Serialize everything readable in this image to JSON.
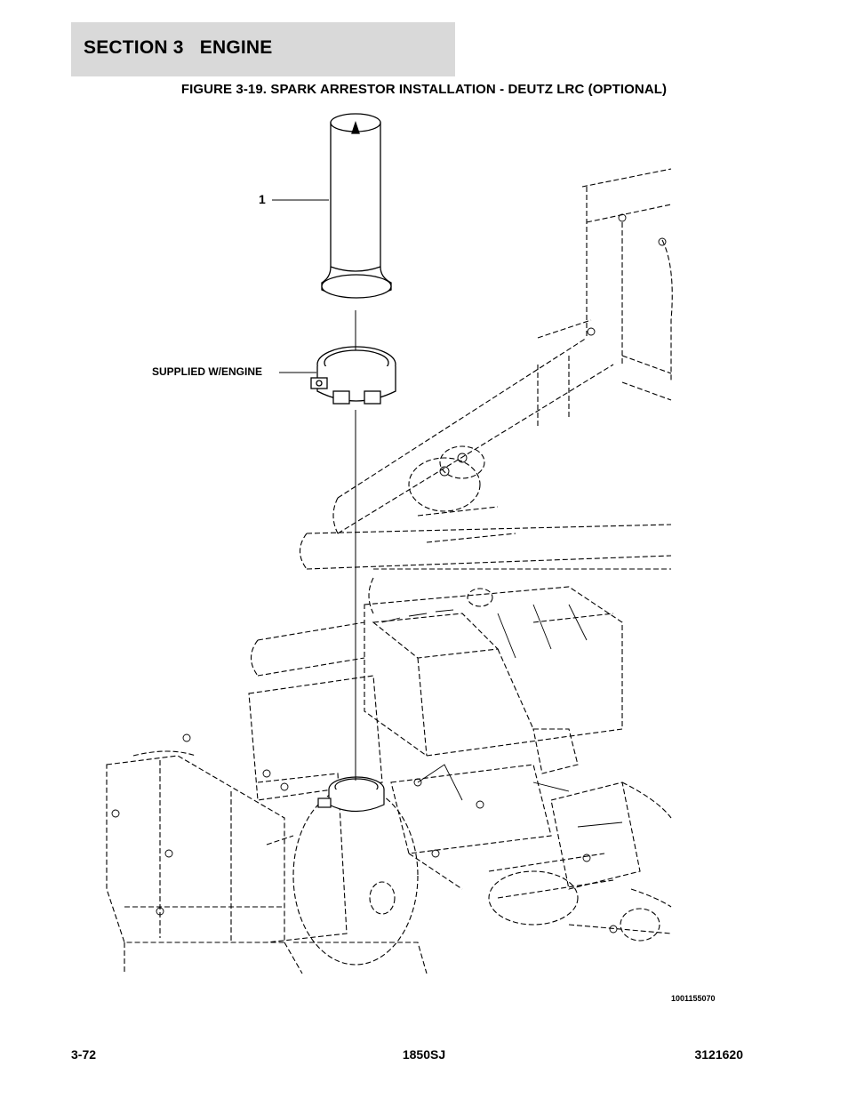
{
  "header": {
    "section_title": "SECTION 3   ENGINE"
  },
  "figure": {
    "title": "FIGURE 3-19. SPARK ARRESTOR INSTALLATION - DEUTZ LRC (OPTIONAL)",
    "callouts": {
      "item_1": "1",
      "supplied": "SUPPLIED W/ENGINE"
    },
    "drawing_number": "1001155070"
  },
  "footer": {
    "page_number": "3-72",
    "model": "1850SJ",
    "document_number": "3121620"
  }
}
